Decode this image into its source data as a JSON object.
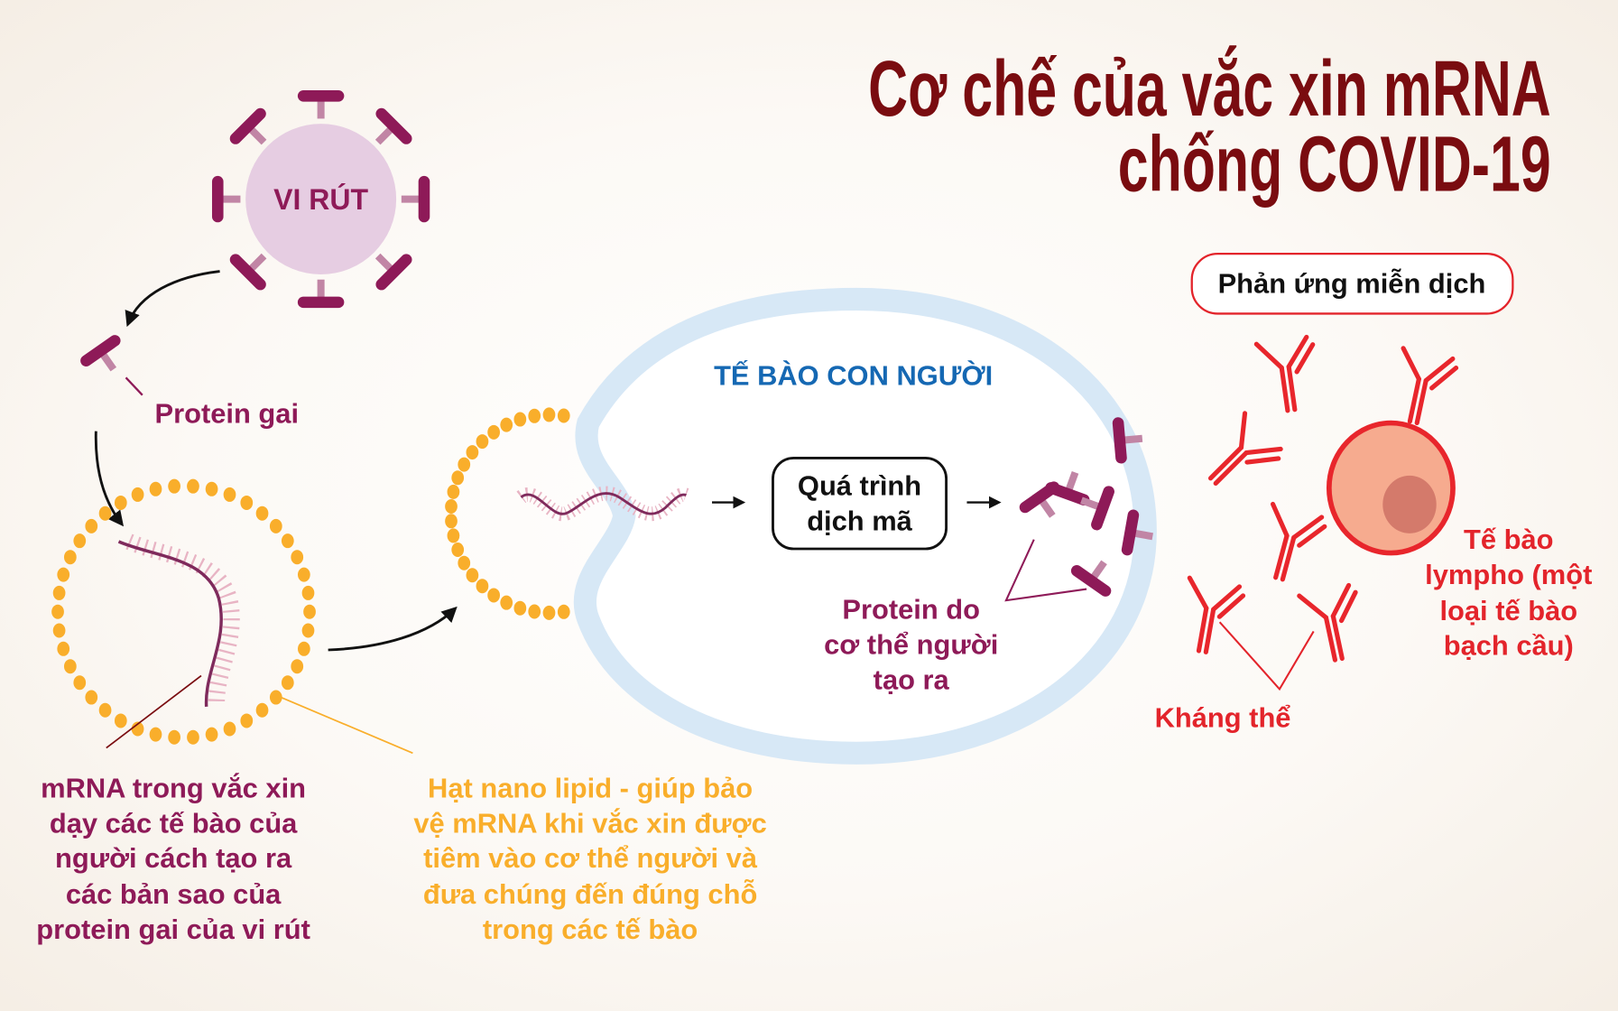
{
  "title": {
    "line1": "Cơ chế của vắc xin mRNA",
    "line2": "chống COVID-19"
  },
  "virus": {
    "label": "VI RÚT"
  },
  "spike_protein": {
    "label": "Protein gai"
  },
  "mrna_caption": {
    "lines": [
      "mRNA trong vắc xin",
      "dạy các tế  bào của",
      "người cách tạo ra",
      "các bản sao của",
      "protein gai của vi rút"
    ]
  },
  "lipid_caption": {
    "lines": [
      "Hạt nano lipid - giúp bảo",
      "vệ mRNA khi vắc xin được",
      "tiêm vào cơ thể người và",
      "đưa chúng đến đúng chỗ",
      "trong các tế bào"
    ]
  },
  "cell": {
    "label": "TẾ BÀO CON NGƯỜI"
  },
  "translation_box": {
    "lines": [
      "Quá trình",
      "dịch mã"
    ]
  },
  "human_protein": {
    "lines": [
      "Protein do",
      "cơ thể người",
      "tạo ra"
    ]
  },
  "immune_response": {
    "label": "Phản ứng miễn dịch"
  },
  "antibody": {
    "label": "Kháng thể"
  },
  "lymphocyte": {
    "lines": [
      "Tế bào",
      "lympho (một",
      "loại tế bào",
      "bạch cầu)"
    ]
  },
  "colors": {
    "title": "#7a0c10",
    "purple": "#8e1a58",
    "orange": "#f9ae2b",
    "blue": "#1568b3",
    "red": "#e3242b",
    "membrane": "#d7e8f6"
  }
}
